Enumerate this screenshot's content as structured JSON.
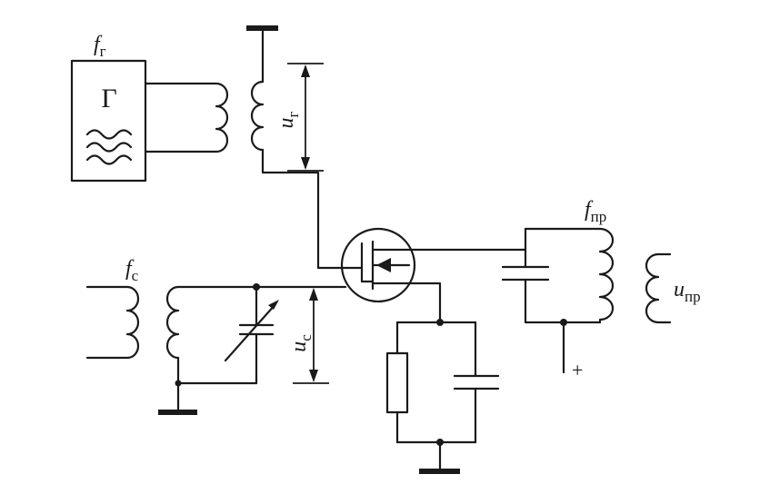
{
  "labels": {
    "f_gen": {
      "main": "f",
      "sub": "г"
    },
    "f_sig": {
      "main": "f",
      "sub": "c"
    },
    "f_if": {
      "main": "f",
      "sub": "пр"
    },
    "u_gen": {
      "main": "u",
      "sub": "г"
    },
    "u_sig": {
      "main": "u",
      "sub": "c"
    },
    "u_if": {
      "main": "u",
      "sub": "пр"
    },
    "generator_letter": "Г",
    "plus_sign": "+"
  }
}
